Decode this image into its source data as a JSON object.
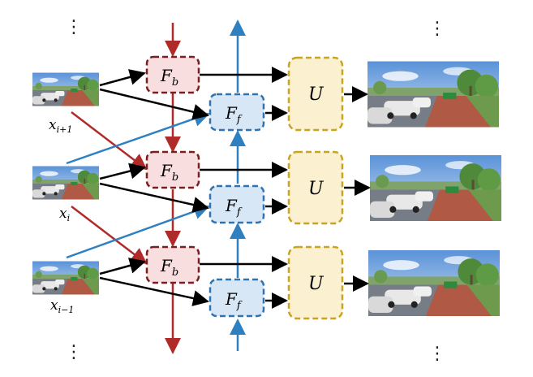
{
  "inputs": [
    {
      "label": "x",
      "sub": "i+1"
    },
    {
      "label": "x",
      "sub": "i"
    },
    {
      "label": "x",
      "sub": "i−1"
    }
  ],
  "modules": {
    "backward": {
      "label": "F",
      "sub": "b",
      "fill": "#f8dede",
      "stroke": "#7a1e22"
    },
    "forward": {
      "label": "F",
      "sub": "f",
      "fill": "#d8e7f5",
      "stroke": "#2f73b3"
    },
    "upsample": {
      "label": "U",
      "fill": "#fbf0cf",
      "stroke": "#c9a420"
    }
  },
  "colors": {
    "backward_arrow": "#b02a2a",
    "forward_arrow": "#2f80c0",
    "black_arrow": "#000000"
  },
  "ellipsis": "⋮"
}
